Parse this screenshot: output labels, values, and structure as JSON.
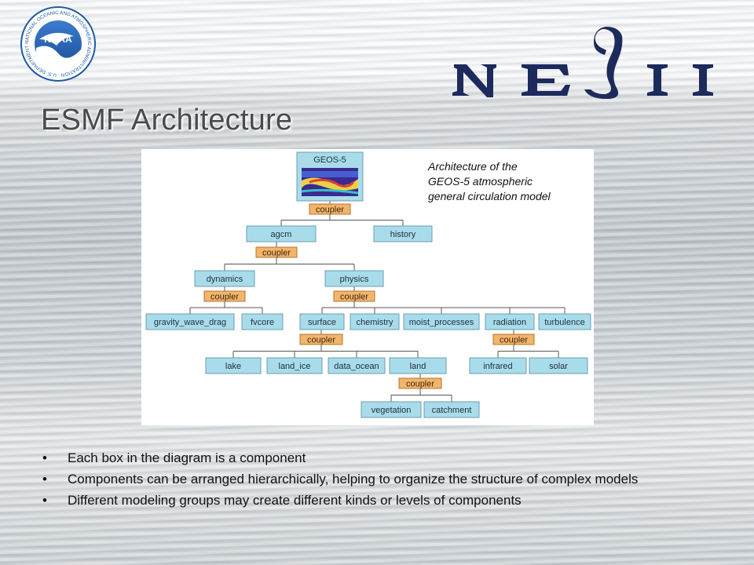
{
  "title": "ESMF Architecture",
  "logos": {
    "noaa": {
      "center_text": "NOAA",
      "ring_text": "NATIONAL OCEANIC AND ATMOSPHERIC ADMINISTRATION · U.S. DEPARTMENT OF COMMERCE"
    },
    "nesii": {
      "text": "NESII"
    }
  },
  "caption": {
    "lines": [
      "Architecture of the",
      "GEOS-5 atmospheric",
      "general circulation model"
    ]
  },
  "diagram": {
    "root": "GEOS-5",
    "nodes": {
      "agcm": "agcm",
      "history": "history",
      "dynamics": "dynamics",
      "physics": "physics",
      "gravity_wave_drag": "gravity_wave_drag",
      "fvcore": "fvcore",
      "surface": "surface",
      "chemistry": "chemistry",
      "moist_processes": "moist_processes",
      "radiation": "radiation",
      "turbulence": "turbulence",
      "lake": "lake",
      "land_ice": "land_ice",
      "data_ocean": "data_ocean",
      "land": "land",
      "infrared": "infrared",
      "solar": "solar",
      "vegetation": "vegetation",
      "catchment": "catchment"
    },
    "coupler_label": "coupler",
    "edges": [
      [
        "geos5",
        "agcm"
      ],
      [
        "geos5",
        "history"
      ],
      [
        "agcm",
        "dynamics"
      ],
      [
        "agcm",
        "physics"
      ],
      [
        "dynamics",
        "gravity_wave_drag"
      ],
      [
        "dynamics",
        "fvcore"
      ],
      [
        "physics",
        "surface"
      ],
      [
        "physics",
        "chemistry"
      ],
      [
        "physics",
        "moist_processes"
      ],
      [
        "physics",
        "radiation"
      ],
      [
        "physics",
        "turbulence"
      ],
      [
        "surface",
        "lake"
      ],
      [
        "surface",
        "land_ice"
      ],
      [
        "surface",
        "data_ocean"
      ],
      [
        "surface",
        "land"
      ],
      [
        "radiation",
        "infrared"
      ],
      [
        "radiation",
        "solar"
      ],
      [
        "land",
        "vegetation"
      ],
      [
        "land",
        "catchment"
      ]
    ]
  },
  "bullets": [
    "Each box in the diagram is a component",
    "Components can be arranged hierarchically, helping to organize the structure of complex models",
    "Different modeling groups may create different kinds or levels of components"
  ],
  "colors": {
    "component_fill": "#a9dcea",
    "coupler_fill": "#f3b56b",
    "nesii_text": "#1d2a5c",
    "noaa_blue": "#1f5aa6"
  }
}
